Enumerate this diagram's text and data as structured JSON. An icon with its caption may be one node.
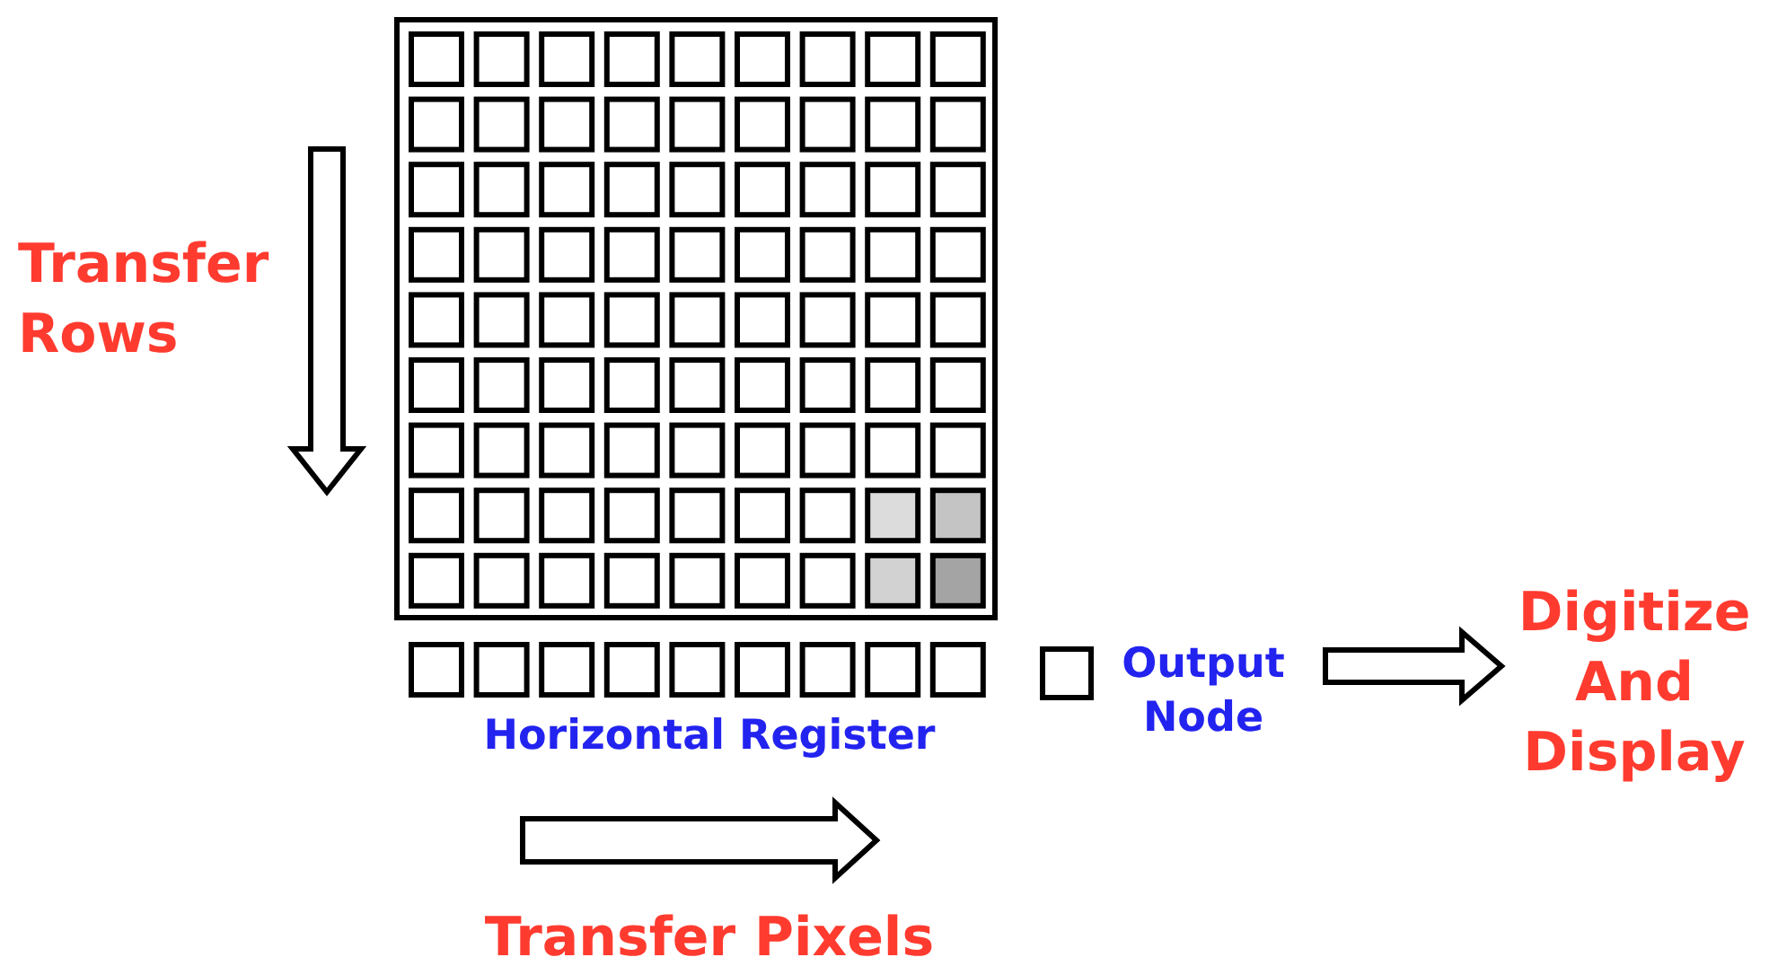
{
  "diagram": {
    "nodes": [
      {
        "text": [],
        "shape": "box",
        "beside": [
          "Output Node"
        ]
      },
      {
        "text": [
          "Digitize And Display"
        ]
      }
    ],
    "edges": [
      {
        "from": 0,
        "to": 1,
        "arrow": "to"
      }
    ],
    "labels": [
      "Transfer Rows",
      "Horizontal Register",
      "Transfer Pixels"
    ]
  }
}
